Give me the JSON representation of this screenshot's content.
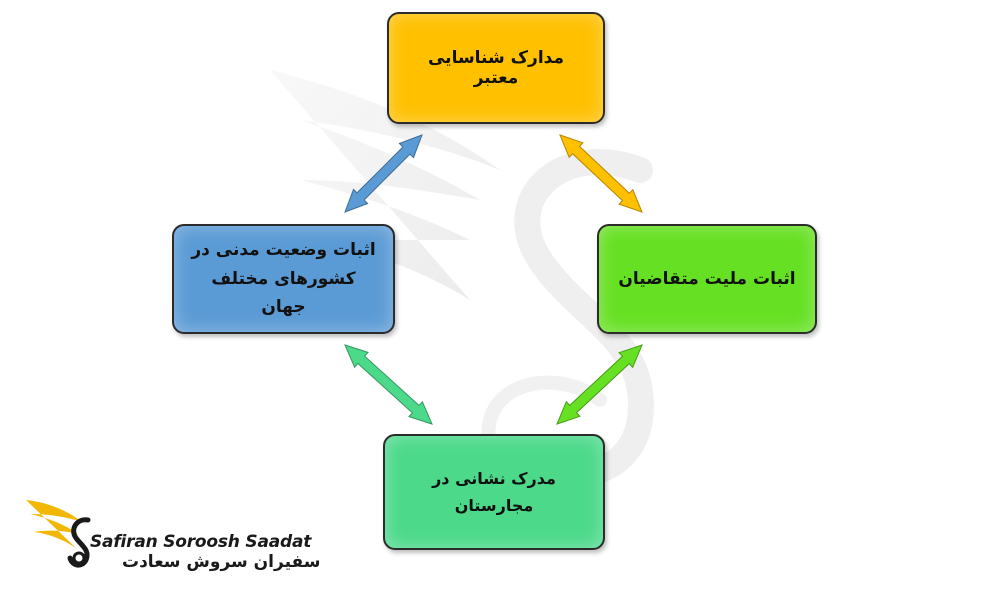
{
  "diagram": {
    "nodes": {
      "top": {
        "label": "مدارک شناسایی معتبر",
        "color": "#FFC000"
      },
      "left": {
        "label": "اثبات وضعیت مدنی در کشورهای مختلف جهان",
        "color": "#5B9BD5"
      },
      "right": {
        "label": "اثبات ملیت متقاضیان",
        "color": "#66E022"
      },
      "bottom": {
        "label": "مدرک نشانی در مجارستان",
        "color": "#4CD98A"
      }
    },
    "arrows": [
      {
        "between": [
          "top",
          "left"
        ],
        "color": "#5B9BD5"
      },
      {
        "between": [
          "top",
          "right"
        ],
        "color": "#FFC000"
      },
      {
        "between": [
          "left",
          "bottom"
        ],
        "color": "#4CD98A"
      },
      {
        "between": [
          "right",
          "bottom"
        ],
        "color": "#66E022"
      }
    ]
  },
  "logo": {
    "name_en": "Safiran Soroosh Saadat",
    "name_fa": "سفیران سروش سعادت",
    "color": "#F2B705"
  }
}
